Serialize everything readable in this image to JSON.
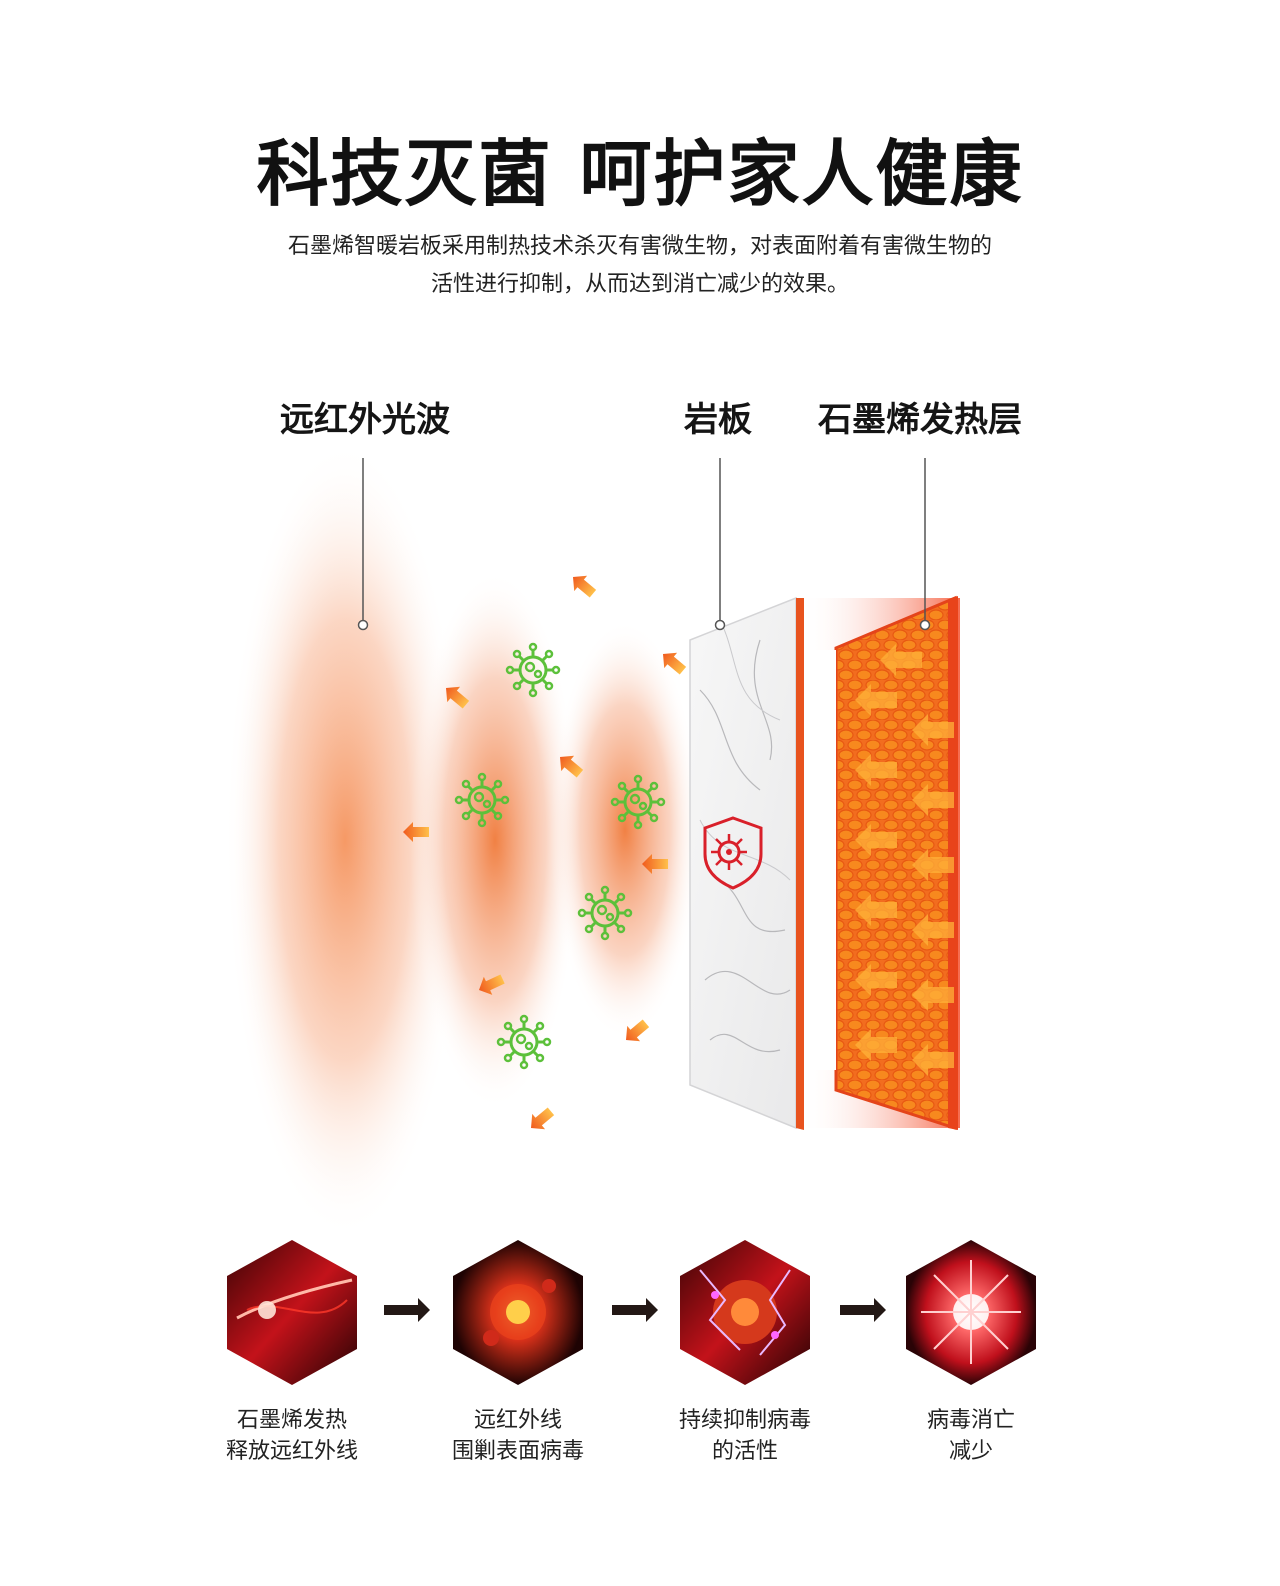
{
  "header": {
    "title": "科技灭菌 呵护家人健康",
    "description_lines": [
      "石墨烯智暖岩板采用制热技术杀灭有害微生物，对表面附着有害微生物的",
      "活性进行抑制，从而达到消亡减少的效果。"
    ]
  },
  "diagram": {
    "labels": {
      "far_infrared": "远红外光波",
      "slate": "岩板",
      "graphene_layer": "石墨烯发热层"
    },
    "icons": [
      "virus-icon",
      "heat-arrow-icon",
      "shield-virus-icon"
    ]
  },
  "steps": [
    {
      "line1": "石墨烯发热",
      "line2": "释放远红外线"
    },
    {
      "line1": "远红外线",
      "line2": "围剿表面病毒"
    },
    {
      "line1": "持续抑制病毒",
      "line2": "的活性"
    },
    {
      "line1": "病毒消亡",
      "line2": "减少"
    }
  ],
  "colors": {
    "orange": "#f07a2a",
    "red_orange": "#e8531e",
    "virus_green": "#5cc03a",
    "shield_red": "#d9202a"
  }
}
